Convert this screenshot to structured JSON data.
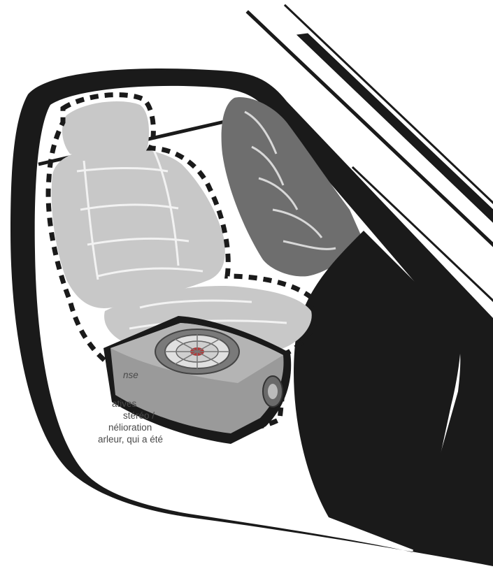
{
  "caption": {
    "heading": "nse",
    "lines": [
      "atives",
      "stéréo /",
      "nélioration",
      "arleur, qui a été"
    ]
  },
  "colors": {
    "frame": "#1a1a1a",
    "seat_light": "#c8c8c8",
    "seat_dark": "#6e6e6e",
    "seat_lines": "#f2f2f2",
    "enclosure": "#9a9a9a",
    "text": "#4a4a4a"
  },
  "icons": [
    "car-door-frame",
    "driver-seat",
    "passenger-seat",
    "subwoofer-enclosure",
    "dashed-outline"
  ]
}
